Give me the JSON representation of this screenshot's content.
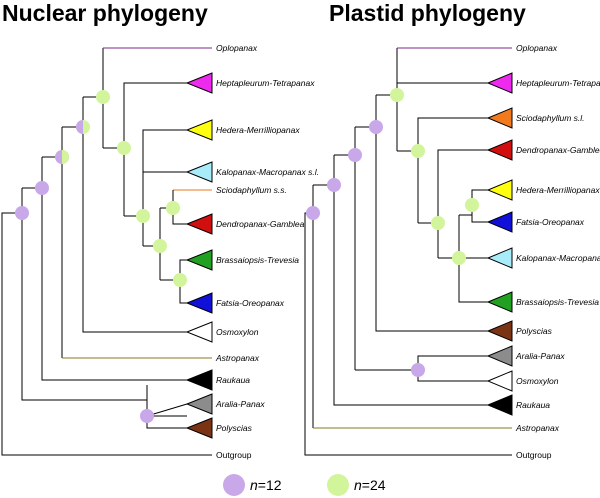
{
  "nuclear": {
    "title": "Nuclear phylogeny",
    "taxa": {
      "oplopanax": "Oplopanax",
      "heptapleurum": "Heptapleurum-Tetrapanax",
      "hedera": "Hedera-Merrilliopanax",
      "kalopanax": "Kalopanax-Macropanax s.l.",
      "sciodaphyllum": "Sciodaphyllum s.s.",
      "dendropanax": "Dendropanax-Gamblea",
      "brassaiopsis": "Brassaiopsis-Trevesia",
      "fatsia": "Fatsia-Oreopanax",
      "osmoxylon": "Osmoxylon",
      "astropanax": "Astropanax",
      "raukaua": "Raukaua",
      "aralia": "Aralia-Panax",
      "polyscias": "Polyscias",
      "outgroup": "Outgroup"
    }
  },
  "plastid": {
    "title": "Plastid phylogeny",
    "taxa": {
      "oplopanax": "Oplopanax",
      "heptapleurum": "Heptapleurum-Tetrapanax",
      "sciodaphyllum": "Sciodaphyllum s.l.",
      "dendropanax": "Dendropanax-Gamblea",
      "hedera": "Hedera-Merrilliopanax",
      "fatsia": "Fatsia-Oreopanax",
      "kalopanax": "Kalopanax-Macropanax s.s.",
      "brassaiopsis": "Brassaiopsis-Trevesia",
      "polyscias": "Polyscias",
      "aralia": "Aralia-Panax",
      "osmoxylon": "Osmoxylon",
      "raukaua": "Raukaua",
      "astropanax": "Astropanax",
      "outgroup": "Outgroup"
    }
  },
  "legend": {
    "n12_var": "n",
    "n12_value": "=12",
    "n24_var": "n",
    "n24_value": "=24"
  },
  "colors": {
    "n12_node": "#c8a8e8",
    "n24_node": "#d2f59c",
    "oplopanax_branch": "#7b2a8c",
    "astropanax_branch": "#8a7a1a",
    "sciodaphyllum_ss_branch": "#e87722",
    "heptapleurum": "#ee2aee",
    "hedera": "#ffff10",
    "kalopanax": "#a8ecfa",
    "dendropanax": "#d10f0f",
    "brassaiopsis": "#22a022",
    "fatsia": "#1010d8",
    "osmoxylon": "#ffffff",
    "raukaua": "#000000",
    "aralia": "#8c8c8c",
    "polyscias": "#7a3414",
    "sciodaphyllum_sl": "#f27a1e"
  }
}
